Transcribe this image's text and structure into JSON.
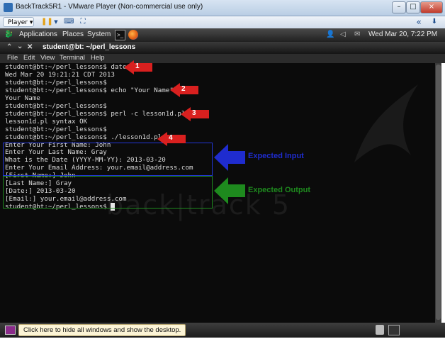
{
  "window": {
    "title": "BackTrack5R1 - VMware Player (Non-commercial use only)",
    "controls": [
      "–",
      "□",
      "×"
    ]
  },
  "vm_toolbar": {
    "player_menu": "Player ▾",
    "icons": [
      "pause-icon",
      "dropdown-icon",
      "send-ctrl-alt-del-icon",
      "fullscreen-icon"
    ],
    "right_icons": [
      "back-arrow-icon",
      "devices-icon"
    ]
  },
  "gnome_panel": {
    "applications": "Applications",
    "places": "Places",
    "system": "System",
    "datetime": "Wed Mar 20,  7:22 PM"
  },
  "terminal": {
    "title": "student@bt: ~/perl_lessons",
    "menu": [
      "File",
      "Edit",
      "View",
      "Terminal",
      "Help"
    ],
    "lines": [
      "student@bt:~/perl_lessons$ date",
      "Wed Mar 20 19:21:21 CDT 2013",
      "student@bt:~/perl_lessons$",
      "student@bt:~/perl_lessons$ echo \"Your Name\"",
      "Your Name",
      "student@bt:~/perl_lessons$",
      "student@bt:~/perl_lessons$ perl -c lesson1d.pl",
      "lesson1d.pl syntax OK",
      "student@bt:~/perl_lessons$",
      "student@bt:~/perl_lessons$ ./lesson1d.pl",
      "Enter Your First Name: John",
      "Enter Your Last Name: Gray",
      "What is the Date (YYYY-MM-YY): 2013-03-20",
      "Enter Your Email Address: your.email@address.com",
      "[First Name:] John",
      "[Last Name:] Gray",
      "[Date:] 2013-03-20",
      "[Email:] your.email@address.com",
      "student@bt:~/perl_lessons$ "
    ],
    "watermark": "back|track 5"
  },
  "annotations": {
    "step_numbers": [
      "1",
      "2",
      "3",
      "4"
    ],
    "expected_input": "Expected Input",
    "expected_output": "Expected Output",
    "colors": {
      "red": "#d9201f",
      "blue": "#1f2ccf",
      "green": "#1e8a1e"
    }
  },
  "bottom_panel": {
    "hide_windows_hint": "Click here to hide all windows and show the desktop."
  }
}
